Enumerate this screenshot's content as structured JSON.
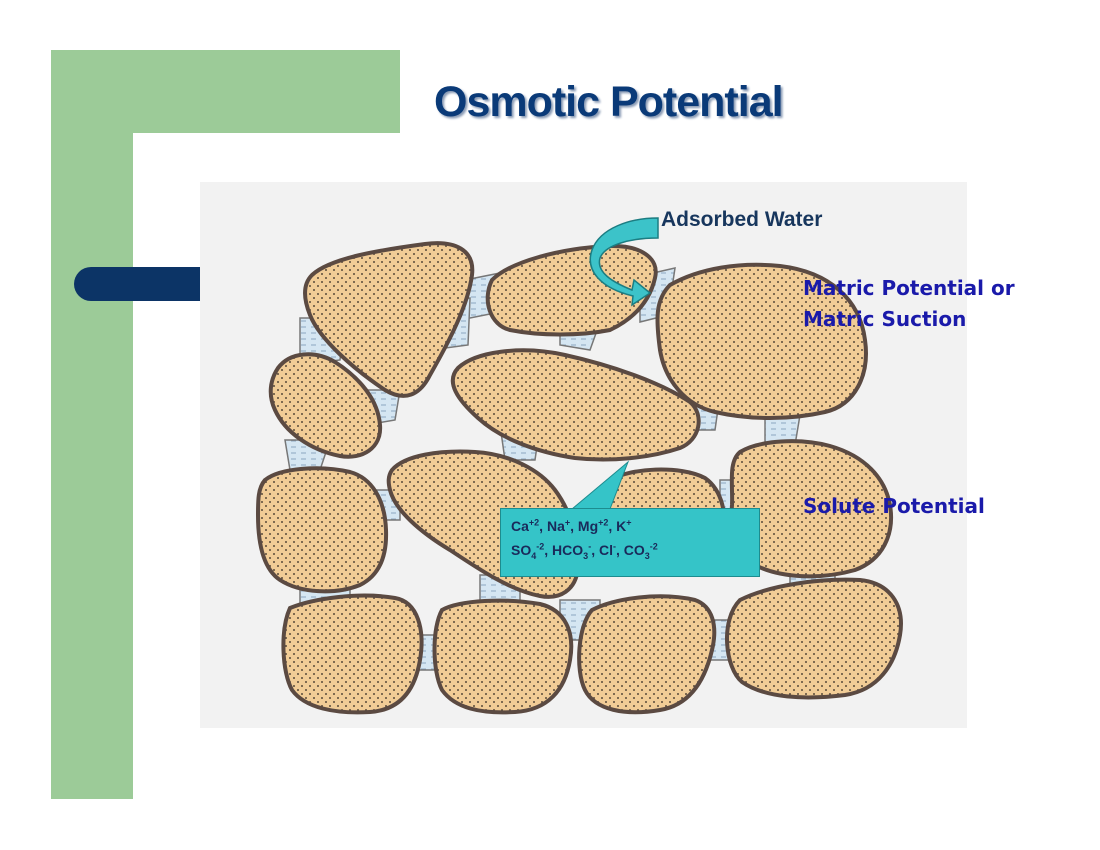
{
  "title": "Osmotic Potential",
  "labels": {
    "adsorbed_water": "Adsorbed Water",
    "matric_line1": "Matric Potential or",
    "matric_line2": "Matric Suction",
    "solute": "Solute Potential"
  },
  "ions": {
    "line1": [
      {
        "base": "Ca",
        "sup": "+2",
        "sub": "",
        "sep": ", "
      },
      {
        "base": "Na",
        "sup": "+",
        "sub": "",
        "sep": ", "
      },
      {
        "base": "Mg",
        "sup": "+2",
        "sub": "",
        "sep": ", "
      },
      {
        "base": "K",
        "sup": "+",
        "sub": "",
        "sep": ""
      }
    ],
    "line2": [
      {
        "base": "SO",
        "sub": "4",
        "sup": "-2",
        "sep": ", "
      },
      {
        "base": "HCO",
        "sub": "3",
        "sup": "-",
        "sep": ", "
      },
      {
        "base": "Cl",
        "sub": "",
        "sup": "-",
        "sep": ", "
      },
      {
        "base": "CO",
        "sub": "3",
        "sup": "-2",
        "sep": ""
      }
    ]
  },
  "colors": {
    "green": "#9ccb98",
    "navy": "#0c3466",
    "soil": "#f1cc96",
    "water": "#d5e6f2",
    "callout": "#35c4c8"
  }
}
